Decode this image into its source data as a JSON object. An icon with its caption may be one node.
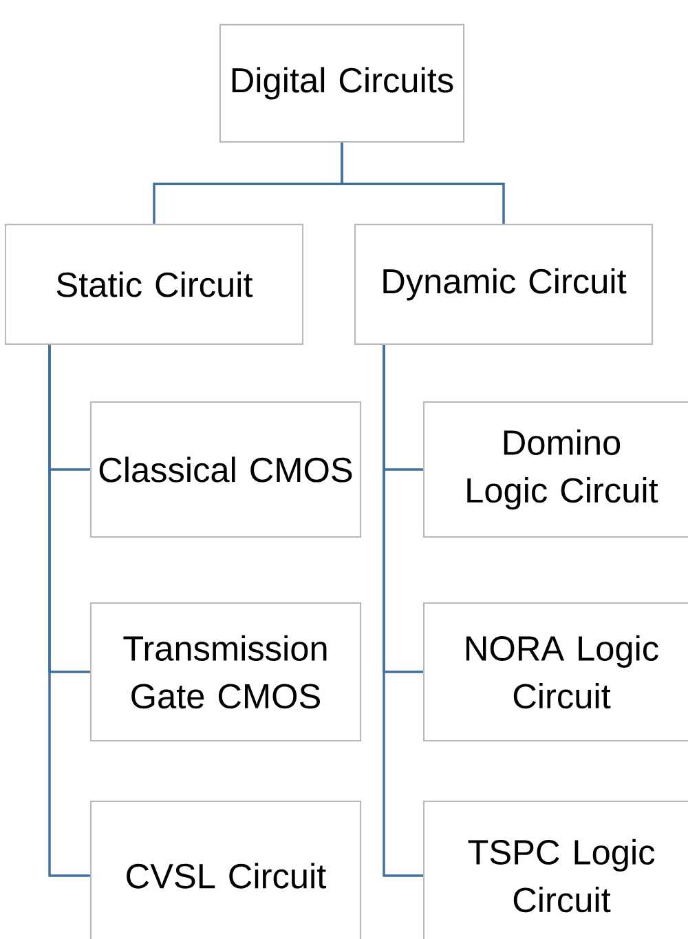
{
  "diagram": {
    "nodes": [
      {
        "text": [
          "Digital Circuits"
        ]
      },
      {
        "text": [
          "Static Circuit"
        ]
      },
      {
        "text": [
          "Dynamic Circuit"
        ]
      },
      {
        "text": [
          "Classical CMOS"
        ]
      },
      {
        "text": [
          "Transmission Gate CMOS"
        ]
      },
      {
        "text": [
          "CVSL Circuit"
        ]
      },
      {
        "text": [
          "Domino Logic Circuit"
        ]
      },
      {
        "text": [
          "NORA Logic Circuit"
        ]
      },
      {
        "text": [
          "TSPC Logic Circuit"
        ]
      }
    ],
    "edges": [
      {
        "from": 0,
        "to": 1,
        "arrow": "none"
      },
      {
        "from": 0,
        "to": 2,
        "arrow": "none"
      },
      {
        "from": 1,
        "to": 3,
        "arrow": "none"
      },
      {
        "from": 1,
        "to": 4,
        "arrow": "none"
      },
      {
        "from": 1,
        "to": 5,
        "arrow": "none"
      },
      {
        "from": 2,
        "to": 6,
        "arrow": "none"
      },
      {
        "from": 2,
        "to": 7,
        "arrow": "none"
      },
      {
        "from": 2,
        "to": 8,
        "arrow": "none"
      }
    ]
  }
}
